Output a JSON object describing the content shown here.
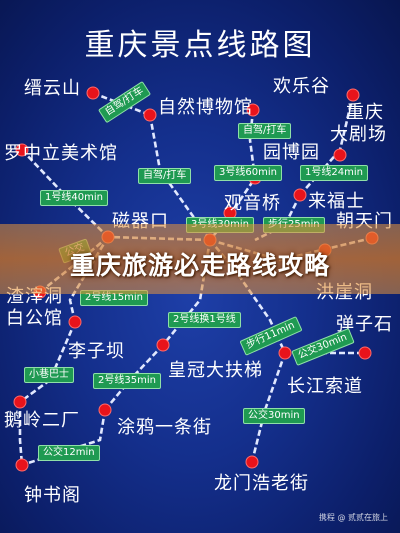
{
  "title": "重庆景点线路图",
  "banner": "重庆旅游必走路线攻略",
  "watermark": "携程 @ 贰贰在旅上",
  "places": {
    "jinyunshan": "缙云山",
    "museum": "自然博物馆",
    "huanlegu": "欢乐谷",
    "theatre_l1": "重庆",
    "theatre_l2": "大剧场",
    "luozhongli": "罗中立美术馆",
    "yuanboyuan": "园博园",
    "guanyinqiao": "观音桥",
    "laifushi": "来福士",
    "chaotianmen": "朝天门",
    "ciqikou": "磁器口",
    "zhazidong": "渣滓洞",
    "baigongguan": "白公馆",
    "hongyadong": "洪崖洞",
    "danzishi": "弹子石",
    "liziba": "李子坝",
    "huangguan": "皇冠大扶梯",
    "changjiang": "长江索道",
    "eling": "鹅岭二厂",
    "tuya": "涂鸦一条街",
    "longmenhao": "龙门浩老街",
    "zhongshuge": "钟书阁"
  },
  "routes": {
    "r1": "自驾/打车",
    "r2": "自驾/打车",
    "r3": "自驾/打车",
    "r4": "1号线40min",
    "r5": "3号线60min",
    "r6": "1号线24min",
    "r7": "3号线30min",
    "r8": "步行25min",
    "r9": "公交",
    "r10": "2号线15min",
    "r11": "2号线换1号线",
    "r12": "步行11min",
    "r13": "公交30min",
    "r14": "小巷巴士",
    "r15": "2号线35min",
    "r16": "公交30min",
    "r17": "公交12min"
  },
  "colors": {
    "background": "#142f8c",
    "node": "#e8131b",
    "route_label": "#1f9a52",
    "banner": "#d98a3a"
  }
}
